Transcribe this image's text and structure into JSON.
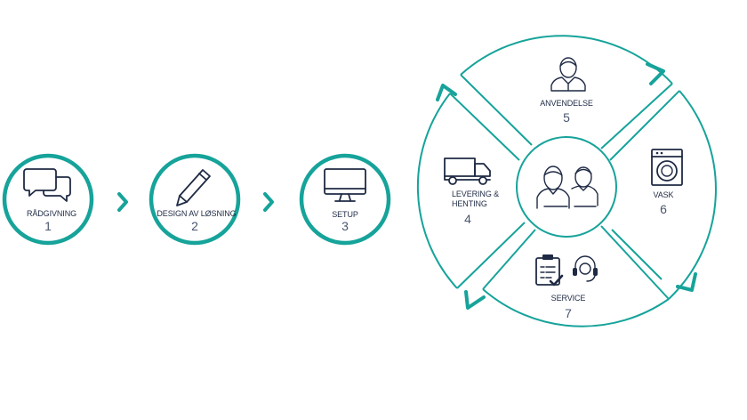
{
  "steps": [
    {
      "label": "RÅDGIVNING",
      "number": "1"
    },
    {
      "label": "DESIGN AV LØSNING",
      "number": "2"
    },
    {
      "label": "SETUP",
      "number": "3"
    }
  ],
  "cycle": {
    "top": {
      "label": "ANVENDELSE",
      "number": "5"
    },
    "right": {
      "label": "VASK",
      "number": "6"
    },
    "bottom": {
      "label": "SERVICE",
      "number": "7"
    },
    "left": {
      "label_line1": "LEVERING &",
      "label_line2": "HENTING",
      "number": "4"
    }
  },
  "colors": {
    "accent": "#16a39a",
    "icon": "#1f2a44",
    "text": "#1f2a44"
  },
  "icons": [
    "chat-bubbles-icon",
    "pencil-icon",
    "monitor-icon",
    "truck-icon",
    "person-icon",
    "washing-machine-icon",
    "clipboard-icon",
    "headset-icon",
    "people-icon",
    "arrow-icon"
  ]
}
